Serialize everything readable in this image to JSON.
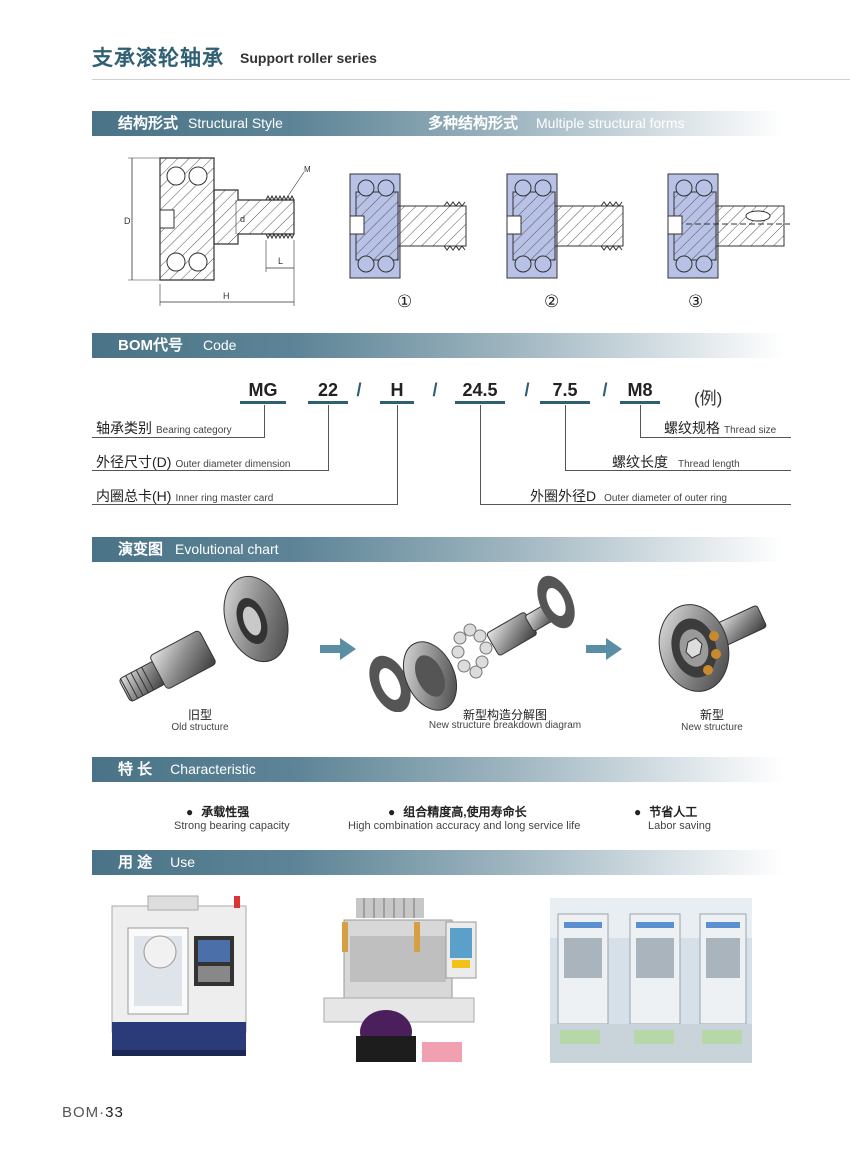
{
  "header": {
    "title_cn": "支承滚轮轴承",
    "title_en": "Support roller series"
  },
  "sections": {
    "structure": {
      "cn": "结构形式",
      "en": "Structural Style",
      "cn2": "多种结构形式",
      "en2": "Multiple structural forms",
      "variants": [
        "①",
        "②",
        "③"
      ],
      "dims": {
        "D": "D",
        "d": "d",
        "M": "M",
        "L": "L",
        "H": "H"
      }
    },
    "code": {
      "cn": "BOM代号",
      "en": "Code"
    },
    "evolution": {
      "cn": "演变图",
      "en": "Evolutional chart"
    },
    "features": {
      "cn": "特 长",
      "en": "Characteristic"
    },
    "use": {
      "cn": "用 途",
      "en": "Use"
    }
  },
  "code_example": {
    "tokens": [
      "MG",
      "22",
      "/",
      "H",
      "/",
      "24.5",
      "/",
      "7.5",
      "/",
      "M8"
    ],
    "example_label": "(例)",
    "labels": {
      "bearing_category": {
        "cn": "轴承类别",
        "en": "Bearing category"
      },
      "outer_diameter": {
        "cn": "外径尺寸(D)",
        "en": "Outer diameter dimension"
      },
      "inner_ring": {
        "cn": "内圈总卡(H)",
        "en": "Inner ring master card"
      },
      "thread_size": {
        "cn": "螺纹规格",
        "en": "Thread size"
      },
      "thread_length": {
        "cn": "螺纹长度",
        "en": "Thread length"
      },
      "outer_ring_d": {
        "cn": "外圈外径D",
        "en": "Outer diameter of outer ring"
      }
    }
  },
  "evolution_items": [
    {
      "cn": "旧型",
      "en": "Old structure"
    },
    {
      "cn": "新型构造分解图",
      "en": "New structure breakdown diagram"
    },
    {
      "cn": "新型",
      "en": "New structure"
    }
  ],
  "features": [
    {
      "cn": "承载性强",
      "en": "Strong bearing capacity"
    },
    {
      "cn": "组合精度高,使用寿命长",
      "en": "High combination accuracy and long service life"
    },
    {
      "cn": "节省人工",
      "en": "Labor saving"
    }
  ],
  "footer": {
    "label": "BOM",
    "separator": "·",
    "page": "33"
  },
  "colors": {
    "accent": "#2f5f73",
    "bar": "#4a7387",
    "arrow": "#5a8ea3",
    "section_fill": "#b8c2e6"
  }
}
